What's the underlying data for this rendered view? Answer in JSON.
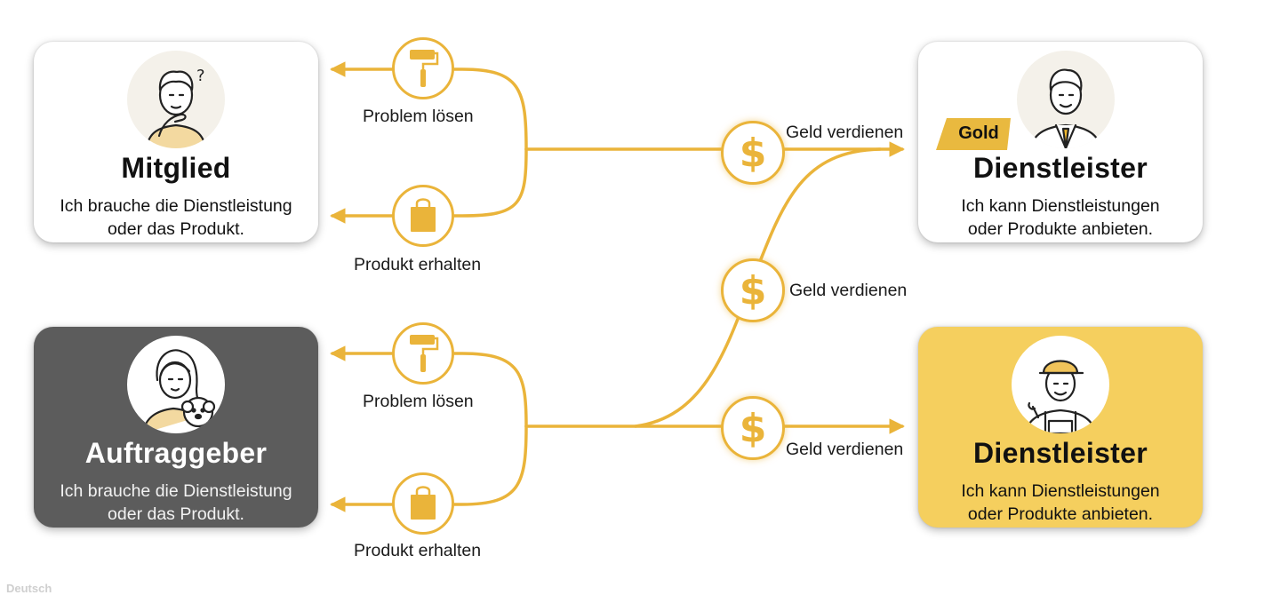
{
  "cards": {
    "member": {
      "title": "Mitglied",
      "desc": "Ich brauche die Dienstleistung\noder das Produkt."
    },
    "client": {
      "title": "Auftraggeber",
      "desc": "Ich brauche die Dienstleistung\noder das Produkt."
    },
    "provider_gold": {
      "badge": "Gold",
      "title": "Dienstleister",
      "desc": "Ich kann Dienstleistungen\noder Produkte anbieten."
    },
    "provider": {
      "title": "Dienstleister",
      "desc": "Ich kann Dienstleistungen\noder Produkte anbieten."
    }
  },
  "flows": {
    "top_problem": "Problem lösen",
    "top_product": "Produkt erhalten",
    "bottom_problem": "Problem lösen",
    "bottom_product": "Produkt erhalten",
    "money_top": "Geld verdienen",
    "money_middle": "Geld verdienen",
    "money_bottom": "Geld verdienen"
  },
  "icons": {
    "member_avatar": "thinking-man-icon",
    "client_avatar": "woman-with-dog-icon",
    "provider_gold_avatar": "businessman-icon",
    "provider_avatar": "worker-with-wrench-icon",
    "problem": "paint-roller-icon",
    "product": "shopping-bag-icon",
    "money": "dollar-coin-icon"
  },
  "colors": {
    "accent": "#eab43a",
    "dark_card": "#5c5c5c",
    "gold_card": "#f5cf5e"
  },
  "footer": {
    "language": "Deutsch"
  }
}
